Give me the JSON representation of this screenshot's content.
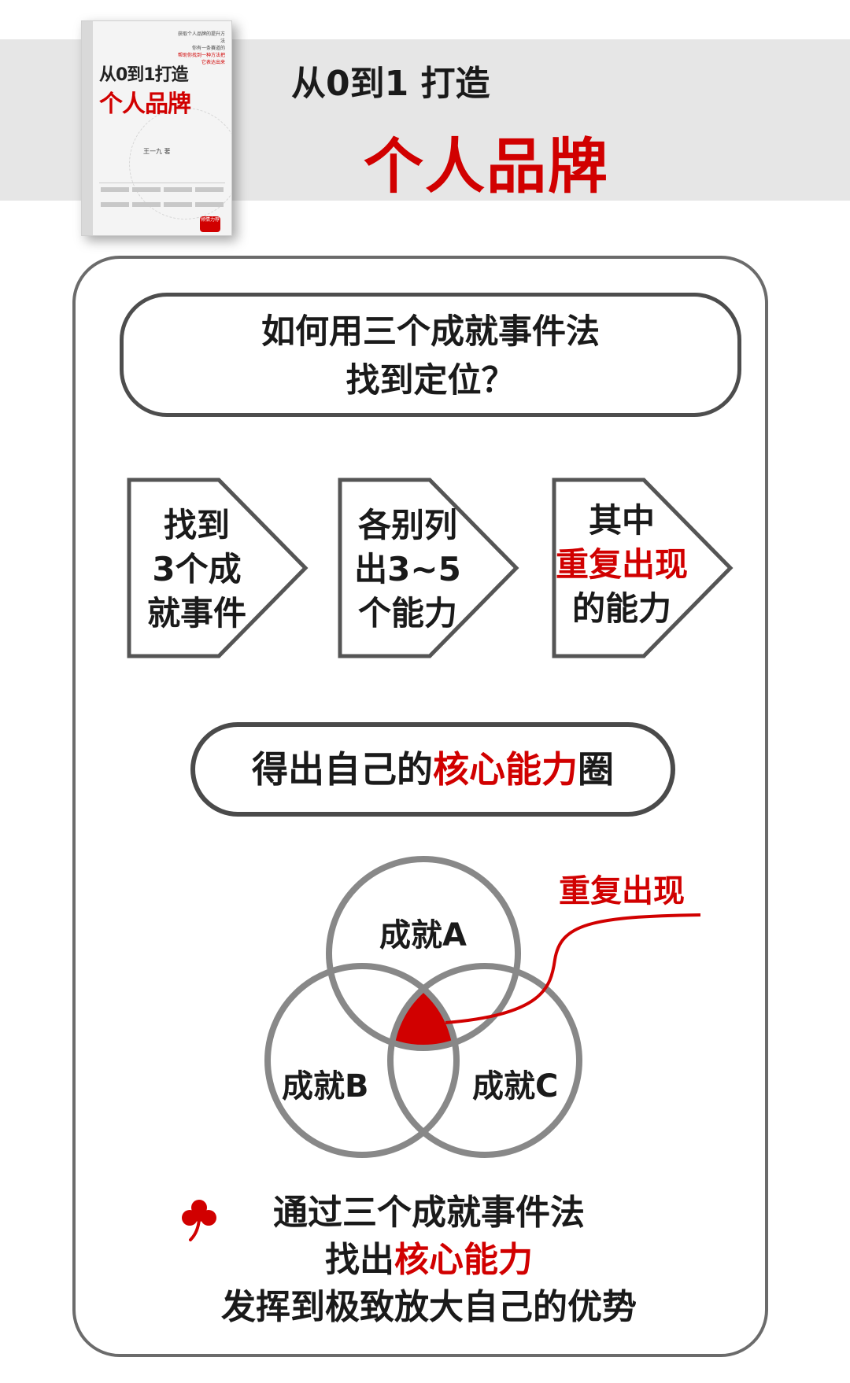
{
  "book": {
    "tagline": [
      "获取个人品牌的提升方法",
      "你有一条赛道的",
      "帮助你找到一种方法把它表达出来"
    ],
    "title_line1": "从0到1打造",
    "title_line2": "个人品牌",
    "author": "王一九 著",
    "stamp": "倾情力荐"
  },
  "header": {
    "line1": "从0到1 打造",
    "line2": "个人品牌"
  },
  "question": {
    "line1": "如何用三个成就事件法",
    "line2": "找到定位？"
  },
  "steps": [
    {
      "lines": [
        "找到",
        "3个成",
        "就事件"
      ]
    },
    {
      "lines": [
        "各别列",
        "出3~5",
        "个能力"
      ]
    },
    {
      "lines_plain_top": "其中",
      "highlight": "重复出现",
      "lines_plain_bottom": "的能力"
    }
  ],
  "result": {
    "prefix": "得出自己的",
    "highlight": "核心能力",
    "suffix": "圈"
  },
  "venn": {
    "circle_a": "成就A",
    "circle_b": "成就B",
    "circle_c": "成就C",
    "callout": "重复出现"
  },
  "summary": {
    "line1": "通过三个成就事件法",
    "line2_prefix": "找出",
    "line2_highlight": "核心能力",
    "line3": "发挥到极致放大自己的优势"
  },
  "colors": {
    "accent": "#d10000",
    "frame": "#6b6b6b",
    "band": "#e6e6e6"
  },
  "icons": [
    "clover-icon"
  ]
}
